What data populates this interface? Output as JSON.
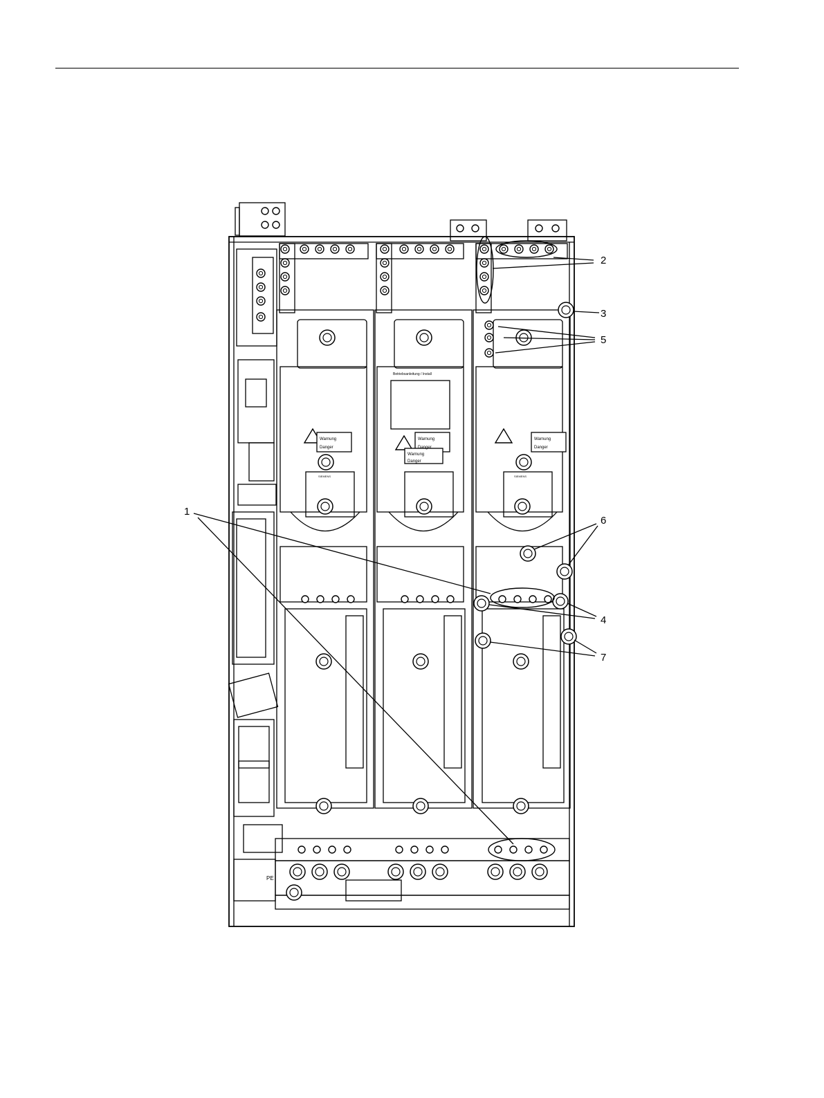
{
  "figure": {
    "callouts": [
      "1",
      "2",
      "3",
      "4",
      "5",
      "6",
      "7"
    ],
    "module_labels": [
      {
        "line1": "Warnung",
        "line2": "Danger"
      },
      {
        "line1": "Warnung",
        "line2": "Danger"
      },
      {
        "line1": "Warnung",
        "line2": "Danger"
      }
    ],
    "middle_sticker": "Betriebsanleitung / Install",
    "middle_label2": {
      "line1": "Warnung",
      "line2": "Danger"
    },
    "brand": [
      "SIEMENS",
      "SIEMENS"
    ],
    "pe_mark": "PE"
  }
}
